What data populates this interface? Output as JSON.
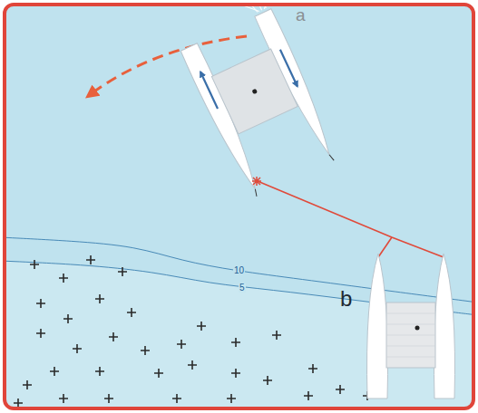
{
  "diagram": {
    "labels": [
      "a",
      "b",
      "10",
      "5"
    ]
  }
}
